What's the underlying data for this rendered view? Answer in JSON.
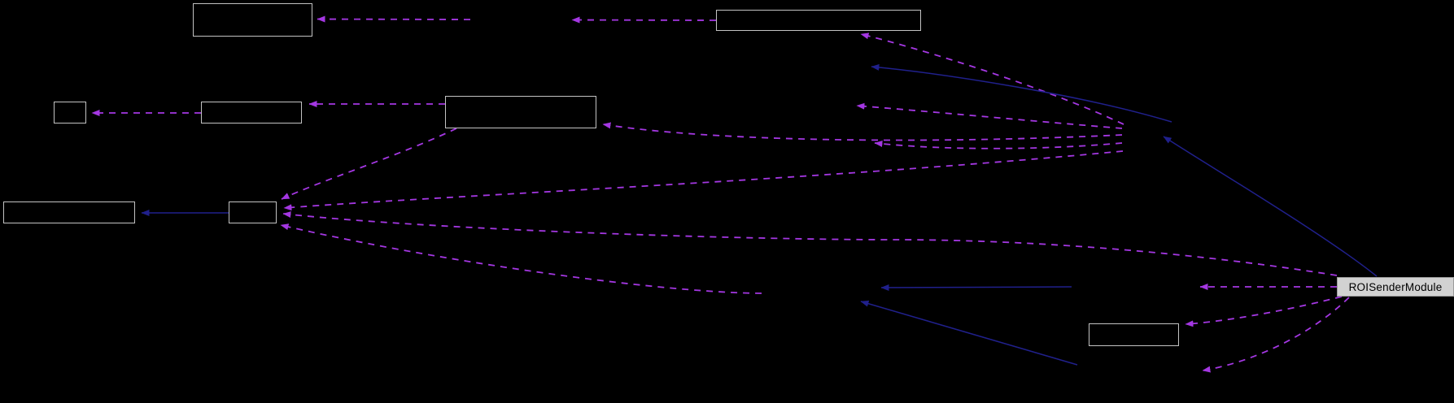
{
  "diagram": {
    "type": "collaboration-graph",
    "background_color": "#000000",
    "highlighted_node": {
      "id": "roi-sender-module",
      "label": "ROISenderModule",
      "fill": "#d2d2d2",
      "border_color": "#9a9a9a",
      "text_color": "#000000"
    },
    "colors": {
      "usage_edge": "#a437e2",
      "inheritance_edge": "#20208c",
      "node_border": "#c3c3c3",
      "node_fill": "#000000"
    },
    "nodes": [
      {
        "id": "box-top-left",
        "label": "",
        "visible": true
      },
      {
        "id": "box-top-mid",
        "label": "",
        "visible": true
      },
      {
        "id": "box-small-left",
        "label": "",
        "visible": true
      },
      {
        "id": "box-mid-left",
        "label": "",
        "visible": true
      },
      {
        "id": "box-mid-large",
        "label": "",
        "visible": true
      },
      {
        "id": "box-lower-left",
        "label": "",
        "visible": true
      },
      {
        "id": "box-lower-small",
        "label": "",
        "visible": true
      },
      {
        "id": "box-bottom-right",
        "label": "",
        "visible": true
      },
      {
        "id": "roi-sender-module",
        "label": "ROISenderModule",
        "visible": true
      },
      {
        "id": "hidden-top",
        "label": "",
        "visible": false
      },
      {
        "id": "hidden-hub",
        "label": "",
        "visible": false
      },
      {
        "id": "hidden-mid-1",
        "label": "",
        "visible": false
      },
      {
        "id": "hidden-mid-2",
        "label": "",
        "visible": false
      },
      {
        "id": "hidden-mid-3",
        "label": "",
        "visible": false
      },
      {
        "id": "hidden-mid-4",
        "label": "",
        "visible": false
      },
      {
        "id": "hidden-right-1",
        "label": "",
        "visible": false
      },
      {
        "id": "hidden-right-2",
        "label": "",
        "visible": false
      }
    ],
    "edges": [
      {
        "from": "box-top-mid",
        "to": "hidden-top",
        "style": "dashed"
      },
      {
        "from": "hidden-top",
        "to": "box-top-left",
        "style": "dashed"
      },
      {
        "from": "hidden-hub",
        "to": "box-top-mid",
        "style": "dashed"
      },
      {
        "from": "hidden-hub",
        "to": "box-mid-large",
        "style": "dashed"
      },
      {
        "from": "hidden-hub",
        "to": "hidden-mid-1",
        "style": "dashed"
      },
      {
        "from": "hidden-hub",
        "to": "hidden-mid-2",
        "style": "dashed"
      },
      {
        "from": "hidden-hub",
        "to": "box-lower-small",
        "style": "dashed"
      },
      {
        "from": "box-mid-large",
        "to": "box-mid-left",
        "style": "dashed"
      },
      {
        "from": "box-mid-left",
        "to": "box-small-left",
        "style": "dashed"
      },
      {
        "from": "box-mid-large",
        "to": "box-lower-small",
        "style": "dashed"
      },
      {
        "from": "roi-sender-module",
        "to": "box-lower-small",
        "style": "dashed"
      },
      {
        "from": "hidden-mid-3",
        "to": "box-lower-small",
        "style": "dashed"
      },
      {
        "from": "roi-sender-module",
        "to": "hidden-right-1",
        "style": "dashed"
      },
      {
        "from": "roi-sender-module",
        "to": "box-bottom-right",
        "style": "dashed"
      },
      {
        "from": "roi-sender-module",
        "to": "hidden-right-2",
        "style": "dashed"
      },
      {
        "from": "box-lower-small",
        "to": "box-lower-left",
        "style": "solid"
      },
      {
        "from": "roi-sender-module",
        "to": "hidden-hub",
        "style": "solid"
      },
      {
        "from": "hidden-right-1",
        "to": "hidden-mid-3",
        "style": "solid"
      },
      {
        "from": "hidden-right-2",
        "to": "hidden-mid-4",
        "style": "solid"
      },
      {
        "from": "hidden-hub",
        "to": "hidden-mid-1",
        "style": "solid"
      }
    ]
  }
}
